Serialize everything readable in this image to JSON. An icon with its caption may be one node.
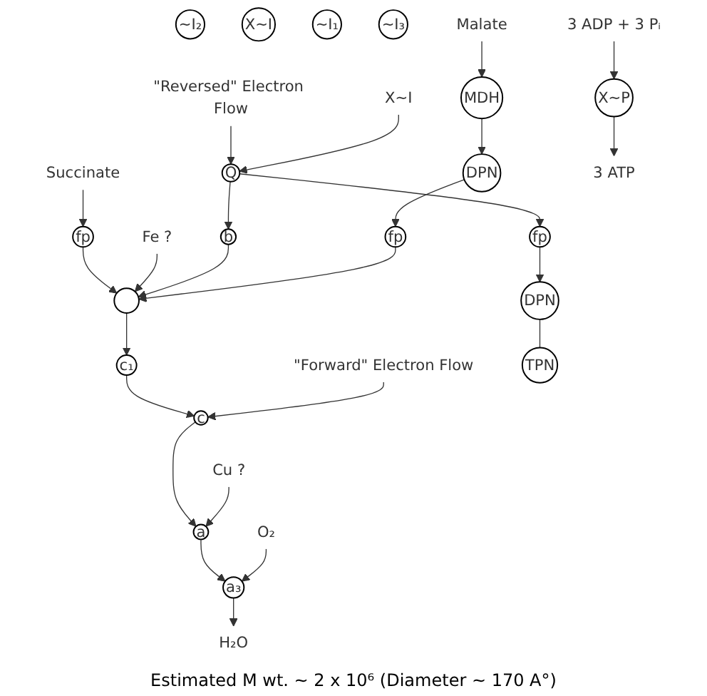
{
  "diagram": {
    "caption": "Estimated M wt. ~ 2 x 10⁶ (Diameter ~ 170 A°)",
    "nodes": [
      {
        "text": [
          "Succinate"
        ]
      },
      {
        "text": [
          "fp"
        ]
      },
      {
        "text": [
          "Fe ?"
        ]
      },
      {
        "text": [],
        "shape": "circle"
      },
      {
        "text": [
          "\"Reversed\" Electron Flow"
        ]
      },
      {
        "text": [
          "b"
        ]
      },
      {
        "text": [
          "c₁"
        ]
      },
      {
        "text": [
          "\"Forward\" Electron Flow"
        ]
      },
      {
        "text": [
          "c"
        ]
      },
      {
        "text": [
          "X~I"
        ]
      },
      {
        "text": [
          "Q"
        ]
      },
      {
        "text": [
          "fp"
        ]
      },
      {
        "text": [
          "DPN"
        ]
      },
      {
        "text": [
          "TPN"
        ]
      },
      {
        "text": [
          "fp"
        ]
      },
      {
        "text": [
          "~I₂"
        ]
      },
      {
        "text": [
          "X~I"
        ]
      },
      {
        "text": [
          "~I₁"
        ]
      },
      {
        "text": [
          "~I₃"
        ]
      },
      {
        "text": [
          "DPN"
        ]
      },
      {
        "text": [
          "X~P"
        ]
      },
      {
        "text": [
          "a"
        ]
      },
      {
        "text": [
          "Cu ?"
        ]
      },
      {
        "text": [
          "Malate"
        ]
      },
      {
        "text": [
          "MDH"
        ]
      },
      {
        "text": [
          "a₃"
        ]
      },
      {
        "text": [
          "3 ADP + 3 Pᵢ"
        ]
      },
      {
        "text": [
          "3 ATP"
        ]
      },
      {
        "text": [
          "O₂"
        ]
      },
      {
        "text": [
          "H₂O"
        ]
      }
    ],
    "edges": [
      {
        "from": 0,
        "to": 1,
        "arrow": "to"
      },
      {
        "from": 1,
        "to": 3,
        "arrow": "to"
      },
      {
        "from": 3,
        "to": 6,
        "arrow": "to"
      },
      {
        "from": 6,
        "to": 8,
        "arrow": "to"
      },
      {
        "from": 8,
        "to": 21,
        "arrow": "to"
      },
      {
        "from": 21,
        "to": 25,
        "arrow": "to"
      },
      {
        "from": 2,
        "to": 3,
        "arrow": "to"
      },
      {
        "from": 4,
        "to": 10,
        "arrow": "to"
      },
      {
        "from": 7,
        "to": 8,
        "arrow": "to"
      },
      {
        "from": 9,
        "to": 10,
        "arrow": "to"
      },
      {
        "from": 10,
        "to": 5,
        "arrow": "to"
      },
      {
        "from": 5,
        "to": 3,
        "arrow": "to"
      },
      {
        "from": 10,
        "to": 11,
        "arrow": "to"
      },
      {
        "from": 11,
        "to": 12,
        "arrow": "to"
      },
      {
        "from": 12,
        "to": 13,
        "arrow": "none"
      },
      {
        "from": 19,
        "to": 14,
        "arrow": "to"
      },
      {
        "from": 14,
        "to": 3,
        "arrow": "to"
      },
      {
        "from": 23,
        "to": 24,
        "arrow": "to"
      },
      {
        "from": 24,
        "to": 19,
        "arrow": "to"
      },
      {
        "from": 26,
        "to": 20,
        "arrow": "to"
      },
      {
        "from": 20,
        "to": 27,
        "arrow": "to"
      },
      {
        "from": 22,
        "to": 21,
        "arrow": "to"
      },
      {
        "from": 28,
        "to": 25,
        "arrow": "to"
      },
      {
        "from": 25,
        "to": 29,
        "arrow": "to"
      }
    ]
  }
}
